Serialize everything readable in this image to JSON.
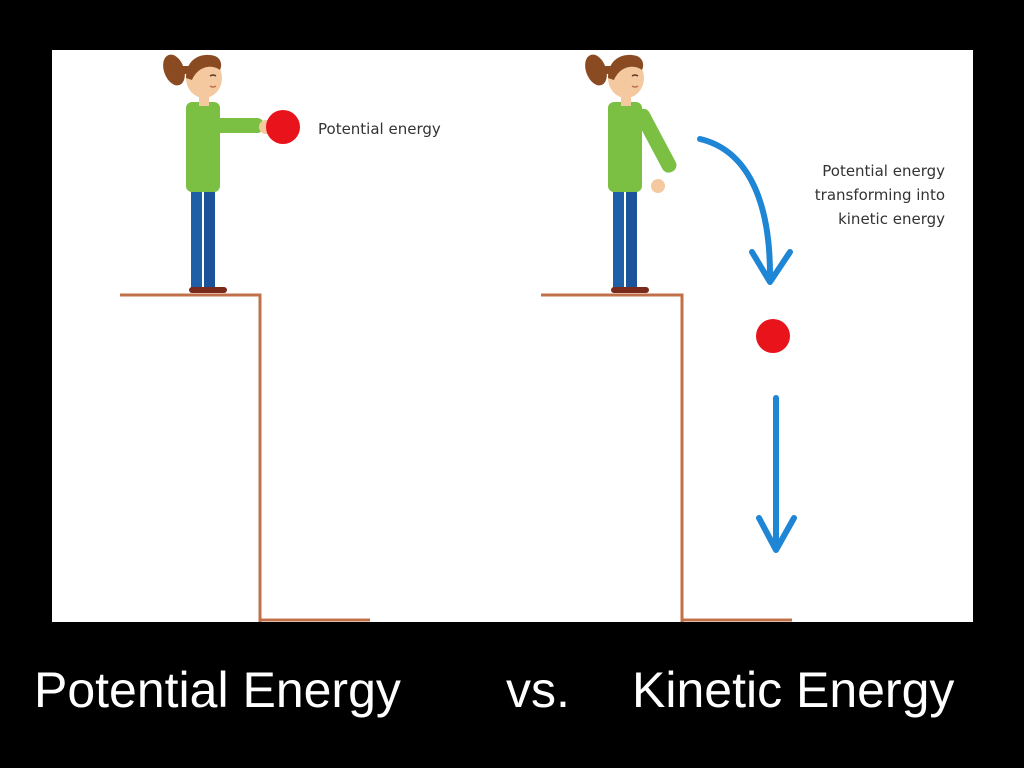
{
  "figure": {
    "left_panel": {
      "label": "Potential energy"
    },
    "right_panel": {
      "label_lines": [
        "Potential energy",
        "transforming into",
        "kinetic energy"
      ]
    },
    "colors": {
      "ledge": "#c0714a",
      "ball": "#e8131b",
      "arrow": "#1f86d6",
      "shirt": "#7bc043",
      "pants": "#1f5fa8",
      "hair": "#8a4b22",
      "skin": "#f5c9a0"
    }
  },
  "caption": {
    "left": "Potential Energy",
    "middle": "vs.",
    "right": "Kinetic Energy"
  }
}
